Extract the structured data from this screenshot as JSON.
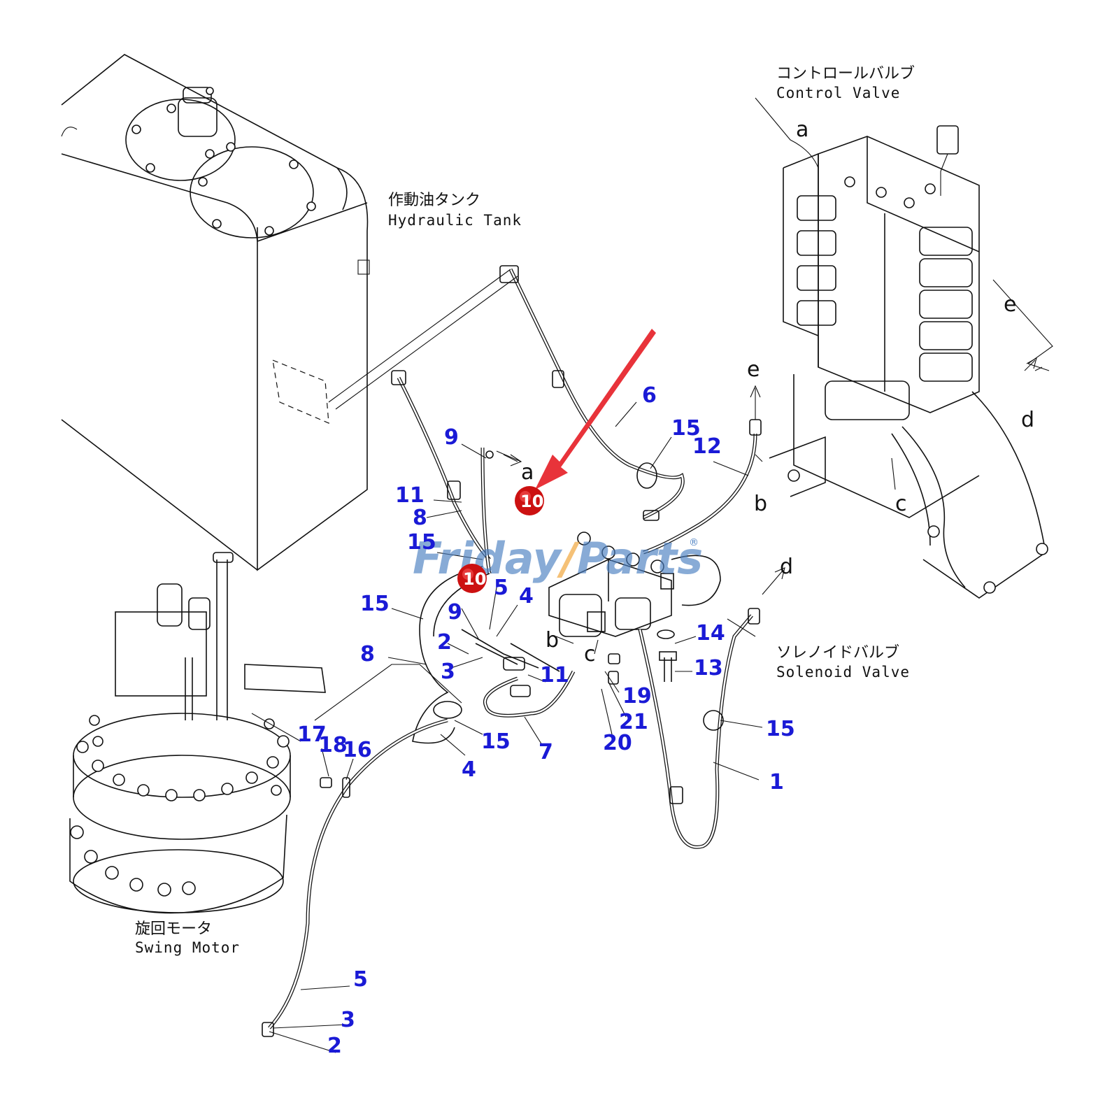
{
  "labels": {
    "control_valve_jp": "コントロールバルブ",
    "control_valve_en": "Control Valve",
    "hydraulic_tank_jp": "作動油タンク",
    "hydraulic_tank_en": "Hydraulic Tank",
    "solenoid_valve_jp": "ソレノイドバルブ",
    "solenoid_valve_en": "Solenoid Valve",
    "swing_motor_jp": "旋回モータ",
    "swing_motor_en": "Swing Motor"
  },
  "watermark": {
    "text_main": "Friday",
    "text_accent": "Parts",
    "registered": "®"
  },
  "badges": [
    {
      "text": "10"
    },
    {
      "text": "10"
    }
  ],
  "part_numbers": [
    "6",
    "15",
    "12",
    "9",
    "11",
    "8",
    "15",
    "5",
    "4",
    "15",
    "9",
    "2",
    "3",
    "8",
    "11",
    "14",
    "13",
    "19",
    "21",
    "20",
    "17",
    "18",
    "16",
    "15",
    "7",
    "4",
    "15",
    "1",
    "5",
    "3",
    "2"
  ],
  "ref_letters": [
    "a",
    "e",
    "d",
    "e",
    "a",
    "b",
    "c",
    "b",
    "c",
    "d"
  ],
  "colors": {
    "part_number": "#1a1ad6",
    "badge": "#cc1111",
    "arrow": "#e8333a",
    "watermark": "#4a7fc1",
    "watermark_accent": "#f0a030"
  }
}
